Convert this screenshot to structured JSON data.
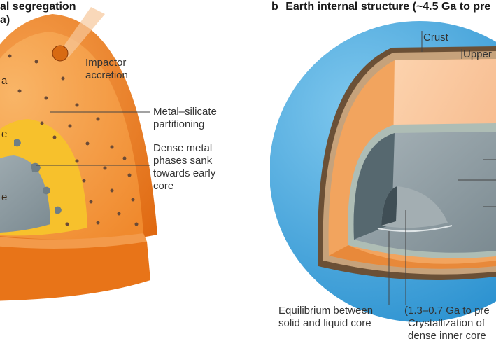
{
  "panel_a": {
    "title_line1": "al segregation",
    "title_line2": "a)",
    "labels": {
      "impactor_line1": "Impactor",
      "impactor_line2": "accretion",
      "partitioning_line1": "Metal–silicate",
      "partitioning_line2": "partitioning",
      "dense_line1": "Dense metal",
      "dense_line2": "phases sank",
      "dense_line3": "towards early",
      "dense_line4": "core",
      "cut_a": "a",
      "cut_e1": "e",
      "cut_e2": "e"
    }
  },
  "panel_b": {
    "letter": "b",
    "title": "Earth internal structure (~4.5 Ga to pre",
    "labels": {
      "crust": "Crust",
      "upper": "Upper",
      "equilibrium_line1": "Equilibrium between",
      "equilibrium_line2": "solid and liquid core",
      "crystallization_line1": "(1.3–0.7 Ga to pre",
      "crystallization_line2": "Crystallization of",
      "crystallization_line3": "dense inner core"
    }
  },
  "colors": {
    "mantle_orange": "#f5a65a",
    "outer_orange": "#e8771f",
    "yellow_layer": "#f7c12c",
    "core_grey": "#8c9aa1",
    "ocean_blue": "#1f9ad6",
    "pale_peach": "#f9c8a0"
  }
}
